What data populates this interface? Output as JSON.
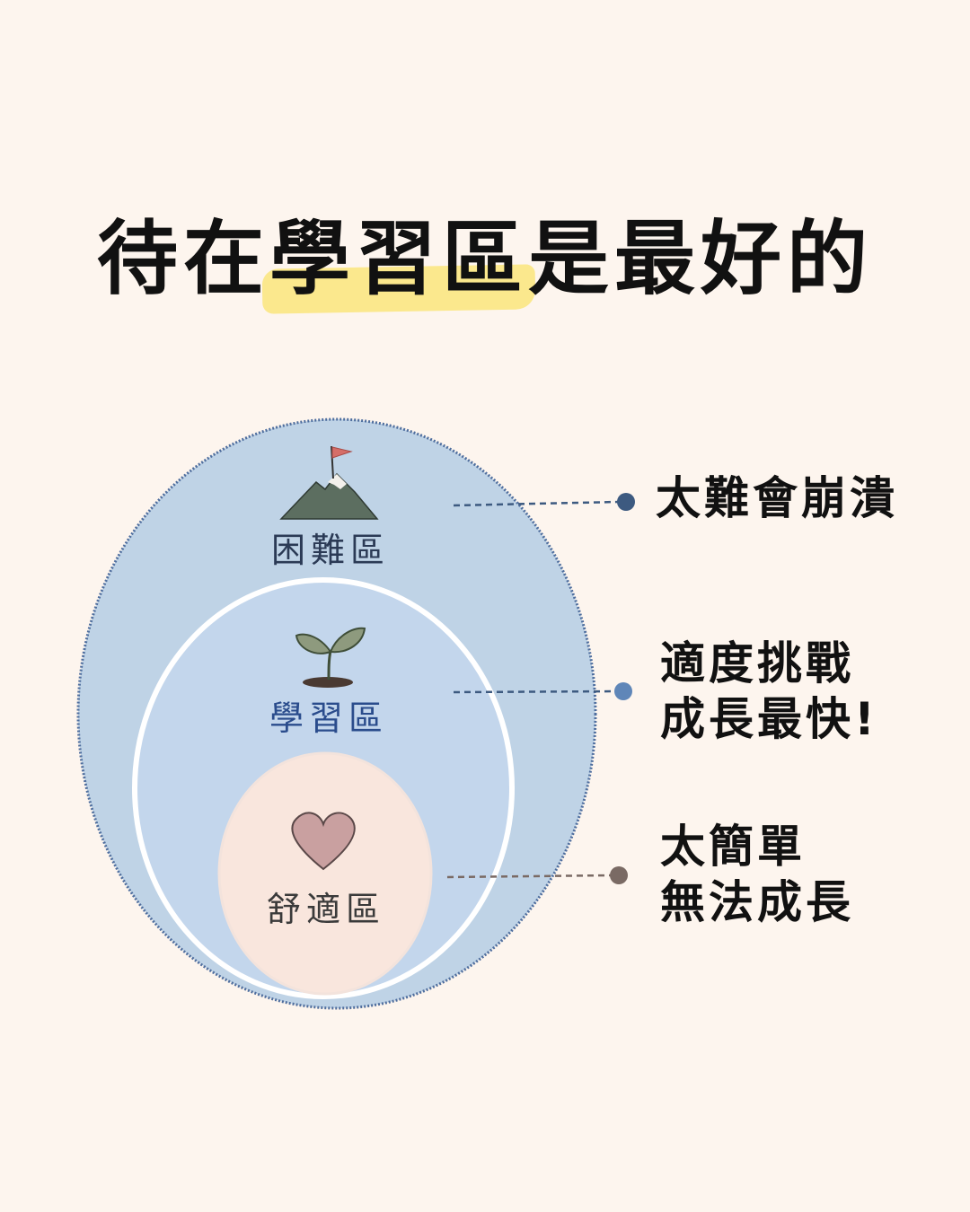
{
  "title": {
    "before": "待在",
    "highlight": "學習區",
    "after": "是最好的",
    "highlight_color": "#fbe88d"
  },
  "zones": [
    {
      "id": "panic",
      "label": "困難區",
      "icon": "mountain-flag-icon",
      "fill": "#bfd3e6",
      "label_color": "#2b3a55"
    },
    {
      "id": "learning",
      "label": "學習區",
      "icon": "sprout-icon",
      "fill": "#c3d6ec",
      "label_color": "#2a4c8c"
    },
    {
      "id": "comfort",
      "label": "舒適區",
      "icon": "heart-icon",
      "fill": "#f9e6dd",
      "label_color": "#3a3a3a"
    }
  ],
  "notes": [
    {
      "lines": [
        "太難會崩潰"
      ],
      "dot_color": "#3d5a80"
    },
    {
      "lines": [
        "適度挑戰",
        "成長最快!"
      ],
      "dot_color": "#5f86b8"
    },
    {
      "lines": [
        "太簡單",
        "無法成長"
      ],
      "dot_color": "#7a6a64"
    }
  ]
}
